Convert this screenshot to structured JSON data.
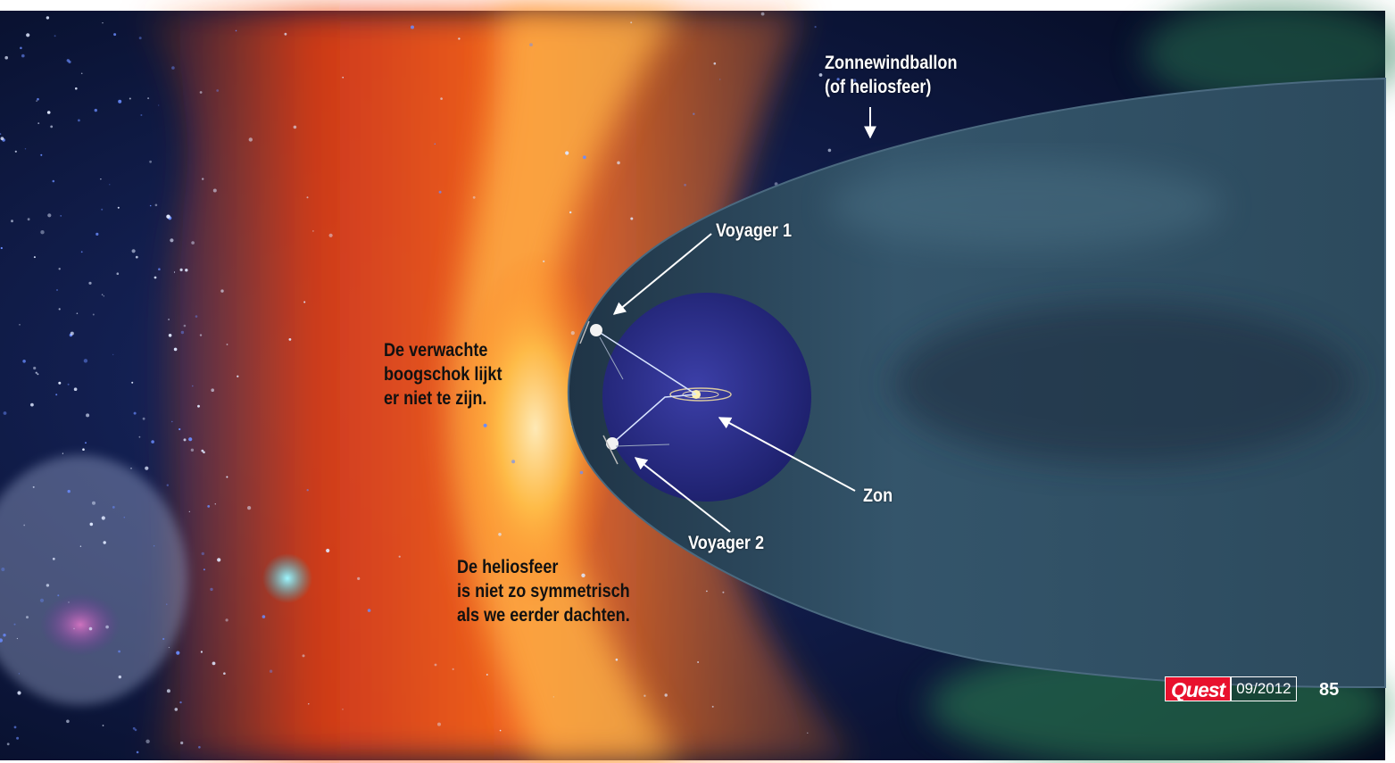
{
  "colors": {
    "heliosphere": "#2e4a5c",
    "sun_disc": "#2b2f8c",
    "bow_glow": "#ffd27a",
    "nebula_red": "#e23a12",
    "space": "#061028",
    "brand": "#e8112d"
  },
  "labels": {
    "heliosphere_name": "Zonnewindballon\n(of heliosfeer)",
    "voyager1": "Voyager 1",
    "voyager2": "Voyager 2",
    "sun": "Zon",
    "bowshock_note": "De verwachte\nboogschok lijkt\ner niet te zijn.",
    "asymmetry_note": "De heliosfeer\nis niet zo symmetrisch\nals we eerder dachten."
  },
  "footer": {
    "brand": "Quest",
    "issue": "09/2012",
    "page": "85"
  }
}
